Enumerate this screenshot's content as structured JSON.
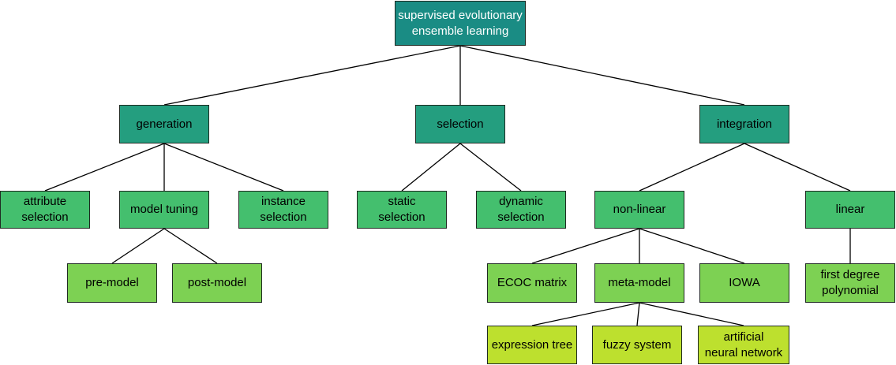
{
  "colors": {
    "level0": "#1a8c84",
    "level1": "#249e7f",
    "level2": "#44bf6e",
    "level3": "#7dd153",
    "level4": "#bde02e",
    "edge": "#000000"
  },
  "nodes": {
    "root": "supervised evolutionary\nensemble learning",
    "generation": "generation",
    "selection": "selection",
    "integration": "integration",
    "attribute_selection": "attribute\nselection",
    "model_tuning": "model tuning",
    "instance_selection": "instance\nselection",
    "static_selection": "static\nselection",
    "dynamic_selection": "dynamic\nselection",
    "non_linear": "non-linear",
    "linear": "linear",
    "pre_model": "pre-model",
    "post_model": "post-model",
    "ecoc_matrix": "ECOC matrix",
    "meta_model": "meta-model",
    "iowa": "IOWA",
    "first_degree_polynomial": "first degree\npolynomial",
    "expression_tree": "expression tree",
    "fuzzy_system": "fuzzy system",
    "artificial_neural_network": "artificial\nneural network"
  }
}
